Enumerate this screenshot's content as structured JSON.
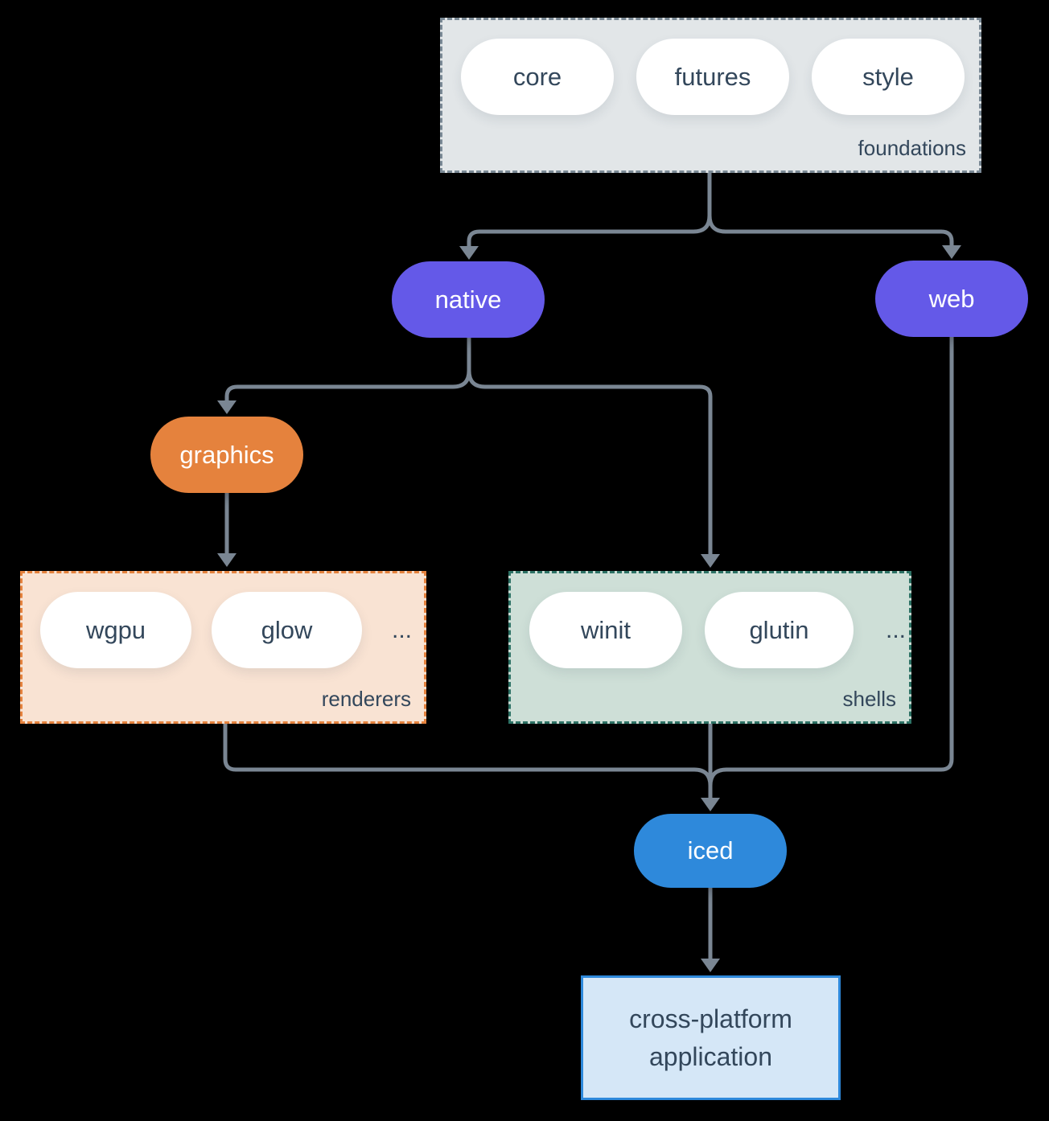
{
  "colors": {
    "bg": "#000000",
    "line": "#7A8693",
    "text-dark": "#33475B",
    "purple": "#6459E8",
    "orange": "#E5823D",
    "blue": "#2E89DB",
    "foundations-fill": "#E2E6E8",
    "foundations-border": "#7A8995",
    "renderers-fill": "#F9E3D3",
    "renderers-border": "#E5823D",
    "shells-fill": "#CEDFD7",
    "shells-border": "#2D7265",
    "app-fill": "#D5E7F7",
    "app-border": "#2E89DB"
  },
  "nodes": {
    "foundations": {
      "label": "foundations",
      "pills": [
        "core",
        "futures",
        "style"
      ]
    },
    "native": {
      "label": "native"
    },
    "web": {
      "label": "web"
    },
    "graphics": {
      "label": "graphics"
    },
    "renderers": {
      "label": "renderers",
      "pills": [
        "wgpu",
        "glow"
      ],
      "ellipsis": "..."
    },
    "shells": {
      "label": "shells",
      "pills": [
        "winit",
        "glutin"
      ],
      "ellipsis": "..."
    },
    "iced": {
      "label": "iced"
    },
    "application": {
      "line1": "cross-platform",
      "line2": "application"
    }
  }
}
